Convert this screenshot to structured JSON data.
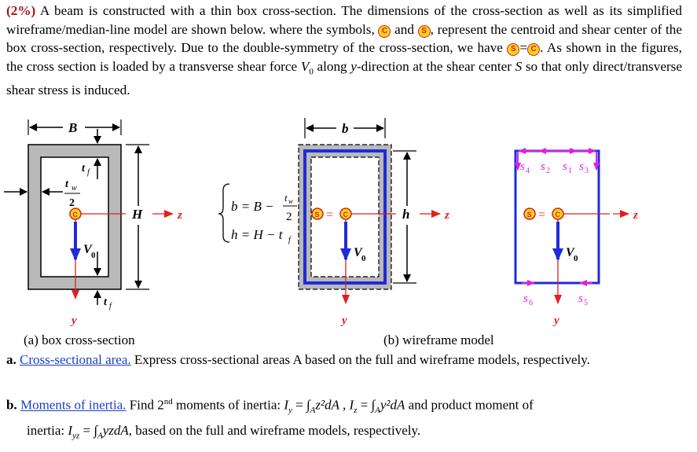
{
  "problem": {
    "weight": "(2%)",
    "text_1": " A beam is constructed with a thin box cross-section. The dimensions of the cross-section as well as its simplified wireframe/median-line model are shown below. where the symbols, ",
    "sym_s": "S",
    "sym_c": "C",
    "text_and": " and ",
    "text_2": ", represent the centroid and shear center of the box cross-section, respectively. Due to the double-symmetry of the cross-section, we have ",
    "text_eq": "=",
    "text_3": ". As shown in the figures, the cross section is loaded by a transverse shear force ",
    "v0": "V",
    "v0_sub": "0",
    "text_4": " along ",
    "y_dir": "y",
    "text_5": "-direction at the shear center ",
    "s_letter": "S",
    "text_6": " so that only direct/transverse shear stress is induced."
  },
  "figure_a": {
    "B": "B",
    "H": "H",
    "tf": "t",
    "tf_sub": "f",
    "tw": "t",
    "tw_sub": "w",
    "two": "2",
    "z": "z",
    "y": "y",
    "V": "V",
    "V_sub": "0",
    "caption": "(a) box cross-section"
  },
  "relations": {
    "b_eq": "b = B −",
    "tw": "t",
    "tw_sub": "w",
    "den": "2",
    "h_eq": "h = H − t",
    "h_sub": "f"
  },
  "figure_b": {
    "b": "b",
    "h": "h",
    "z": "z",
    "y": "y",
    "V": "V",
    "V_sub": "0",
    "caption": "(b) wireframe model"
  },
  "figure_c": {
    "s4": "s",
    "s4_sub": "4",
    "s2": "s",
    "s2_sub": "2",
    "s1": "s",
    "s1_sub": "1",
    "s3": "s",
    "s3_sub": "3",
    "s6": "s",
    "s6_sub": "6",
    "s5": "s",
    "s5_sub": "5",
    "z": "z",
    "y": "y",
    "V": "V",
    "V_sub": "0"
  },
  "question_a": {
    "label": "a.",
    "link": "Cross-sectional area.",
    "text": " Express cross-sectional areas A based on the full and wireframe models, respectively."
  },
  "question_b": {
    "label": "b.",
    "link": "Moments of inertia.",
    "text_1": " Find 2",
    "nd": "nd",
    "text_2": " moments of inertia:",
    "Iy": "I",
    "Iy_sub": "y",
    "Iy_int": "= ∫",
    "Iy_arg": "z²dA ,",
    "Iz": "I",
    "Iz_sub": "z",
    "Iz_int": "= ∫",
    "Iz_arg": "y²dA",
    "A_sub": "A",
    "text_3": " and product moment of",
    "text_4": "inertia:",
    "Iyz": "I",
    "Iyz_sub": "yz",
    "Iyz_int": "= ∫",
    "Iyz_arg": "yzdA",
    "text_5": ", based on the full and wireframe models, respectively."
  },
  "colors": {
    "gray_section": "#b9b9b9",
    "blue_wire": "#1f2bd9",
    "red_axis": "#e02020",
    "magenta_arrow": "#e01ee0",
    "link_blue": "#1a3fc4"
  }
}
